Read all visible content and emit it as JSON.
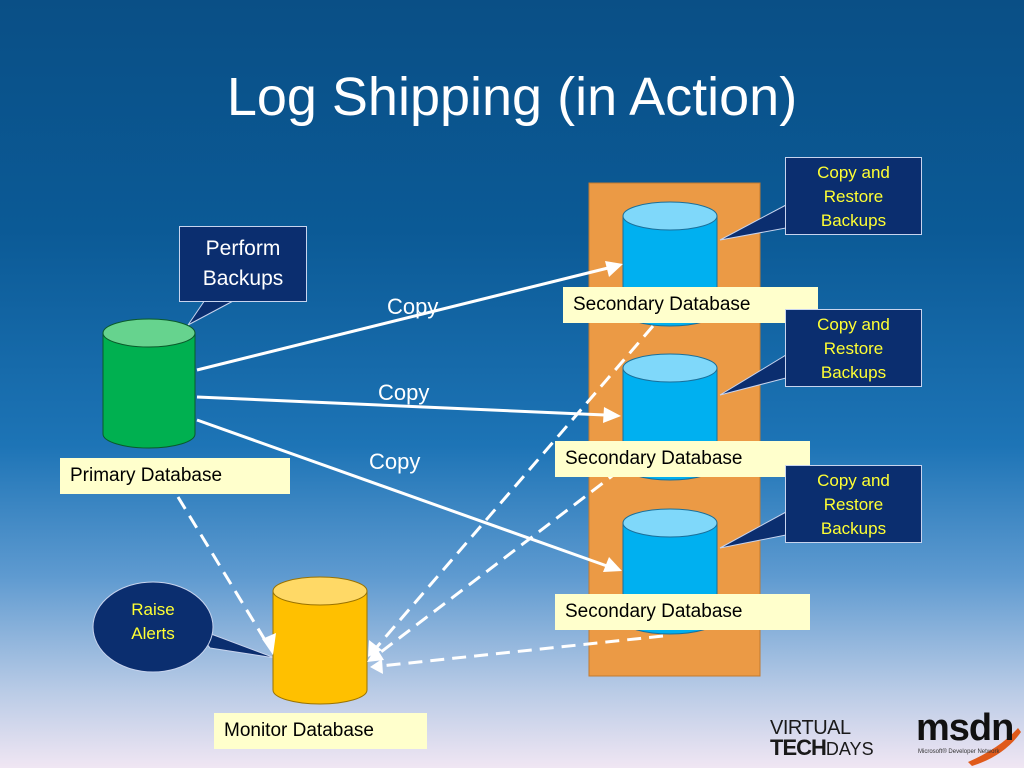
{
  "title": "Log Shipping (in Action)",
  "primary_label": "Primary Database",
  "monitor_label": "Monitor Database",
  "secondary_labels": [
    "Secondary Database",
    "Secondary Database",
    "Secondary Database"
  ],
  "copy_labels": [
    "Copy",
    "Copy",
    "Copy"
  ],
  "perform_backups": "Perform Backups",
  "copy_restore": [
    "Copy and Restore Backups",
    "Copy and Restore Backups",
    "Copy and Restore Backups"
  ],
  "raise_alerts": "Raise Alerts",
  "logo": {
    "virtual": "VIRTUAL",
    "tech": "TECH",
    "days": "DAYS",
    "msdn": "msdn",
    "msdn_sub": "Microsoft® Developer Network"
  },
  "colors": {
    "primary_db": "#00b050",
    "secondary_db": "#00b0f0",
    "monitor_db": "#ffc000",
    "secondary_panel": "#eb9a45",
    "label_bg": "#ffffcc",
    "callout_bg": "#0b2e6f"
  }
}
